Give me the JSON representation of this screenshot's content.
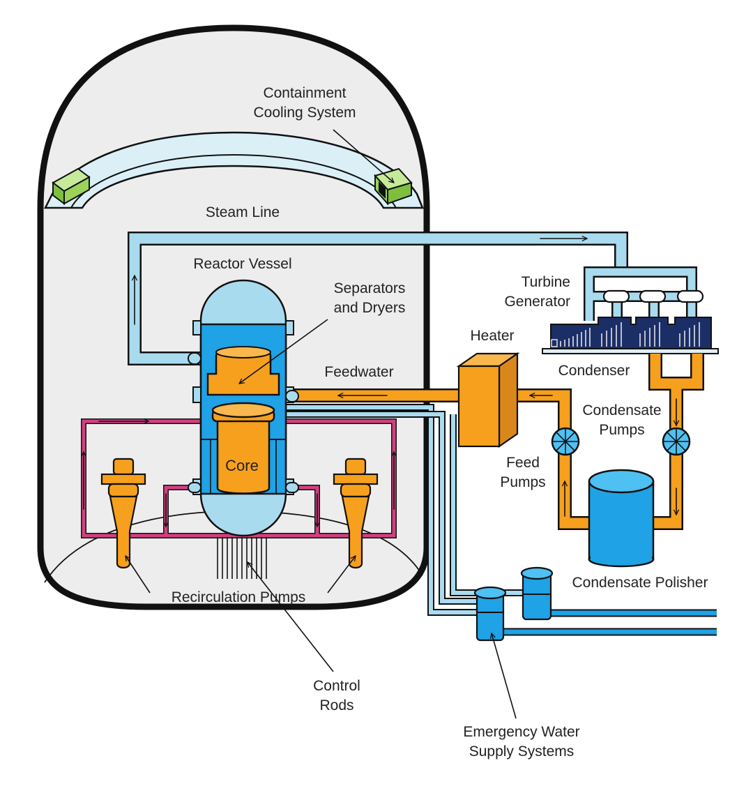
{
  "colors": {
    "steam": "#a9dbef",
    "vessel_water": "#1fa2e6",
    "core_orange": "#f7a01e",
    "recirc_magenta": "#d2407f",
    "turbine_navy": "#1b2e66",
    "cooler_green": "#9bd35a",
    "containment_fill": "#ededed",
    "outline": "#111111"
  },
  "labels": {
    "containment_cooling": [
      "Containment",
      "Cooling System"
    ],
    "steam_line": "Steam Line",
    "reactor_vessel": "Reactor Vessel",
    "separators_dryers": [
      "Separators",
      "and Dryers"
    ],
    "turbine_generator": [
      "Turbine",
      "Generator"
    ],
    "heater": "Heater",
    "feedwater": "Feedwater",
    "condenser": "Condenser",
    "condensate_pumps": [
      "Condensate",
      "Pumps"
    ],
    "feed_pumps": [
      "Feed",
      "Pumps"
    ],
    "core": "Core",
    "condensate_polisher": "Condensate Polisher",
    "recirculation_pumps": "Recirculation Pumps",
    "control_rods": [
      "Control",
      "Rods"
    ],
    "emergency_water": [
      "Emergency Water",
      "Supply Systems"
    ]
  }
}
